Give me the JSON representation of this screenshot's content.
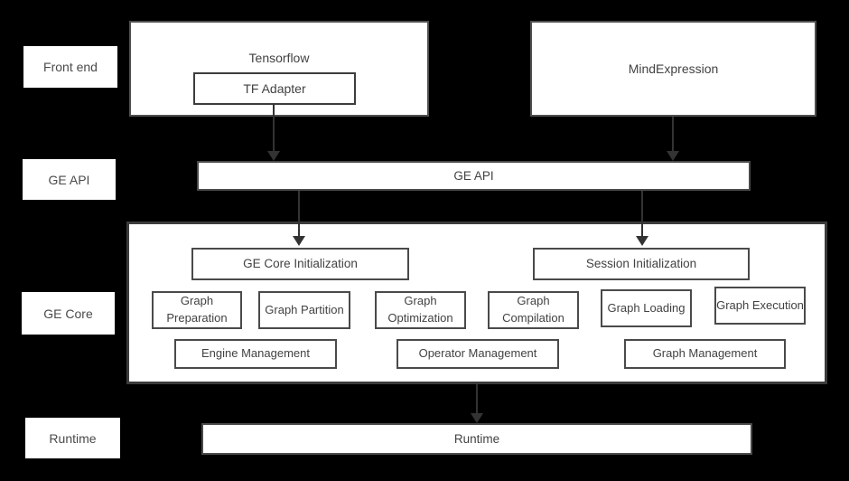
{
  "colors": {
    "background": "#000000",
    "box_fill": "#ffffff",
    "border": "#4a4a4a",
    "text": "#424242",
    "arrow": "#333333"
  },
  "rail": {
    "front_end": "Front end",
    "ge_api": "GE API",
    "ge_core": "GE Core",
    "runtime": "Runtime"
  },
  "front_end": {
    "tensorflow_label": "Tensorflow",
    "tf_adapter_label": "TF Adapter",
    "mindexpression_label": "MindExpression"
  },
  "ge_api": {
    "label": "GE API"
  },
  "ge_core": {
    "init": [
      "GE Core Initialization",
      "Session Initialization"
    ],
    "stages": [
      "Graph Preparation",
      "Graph Partition",
      "Graph Optimization",
      "Graph Compilation",
      "Graph Loading",
      "Graph Execution"
    ],
    "management": [
      "Engine Management",
      "Operator Management",
      "Graph Management"
    ]
  },
  "runtime": {
    "label": "Runtime"
  }
}
